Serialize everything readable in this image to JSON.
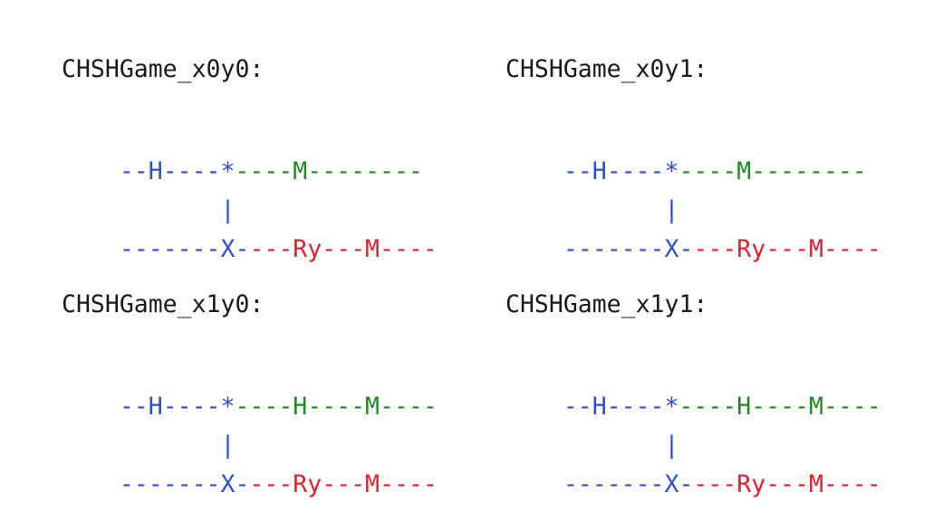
{
  "colors": {
    "title": "#1a1a1a",
    "blue": "#2b50d6",
    "green": "#1f8a1f",
    "red": "#e0202a"
  },
  "circuits": [
    {
      "title": "CHSHGame_x0y0:",
      "rows": [
        [
          {
            "text": "--H----*",
            "color": "blue"
          },
          {
            "text": "----M--------",
            "color": "green"
          }
        ],
        [
          {
            "text": "       |",
            "color": "blue"
          }
        ],
        [
          {
            "text": "-------X-",
            "color": "blue"
          },
          {
            "text": "---Ry---M----",
            "color": "red"
          }
        ]
      ]
    },
    {
      "title": "CHSHGame_x0y1:",
      "rows": [
        [
          {
            "text": "--H----*",
            "color": "blue"
          },
          {
            "text": "----M--------",
            "color": "green"
          }
        ],
        [
          {
            "text": "       |",
            "color": "blue"
          }
        ],
        [
          {
            "text": "-------X-",
            "color": "blue"
          },
          {
            "text": "---Ry---M----",
            "color": "red"
          }
        ]
      ]
    },
    {
      "title": "CHSHGame_x1y0:",
      "rows": [
        [
          {
            "text": "--H----*",
            "color": "blue"
          },
          {
            "text": "----H----M----",
            "color": "green"
          }
        ],
        [
          {
            "text": "       |",
            "color": "blue"
          }
        ],
        [
          {
            "text": "-------X-",
            "color": "blue"
          },
          {
            "text": "---Ry---M----",
            "color": "red"
          }
        ]
      ]
    },
    {
      "title": "CHSHGame_x1y1:",
      "rows": [
        [
          {
            "text": "--H----*",
            "color": "blue"
          },
          {
            "text": "----H----M----",
            "color": "green"
          }
        ],
        [
          {
            "text": "       |",
            "color": "blue"
          }
        ],
        [
          {
            "text": "-------X-",
            "color": "blue"
          },
          {
            "text": "---Ry---M----",
            "color": "red"
          }
        ]
      ]
    }
  ]
}
